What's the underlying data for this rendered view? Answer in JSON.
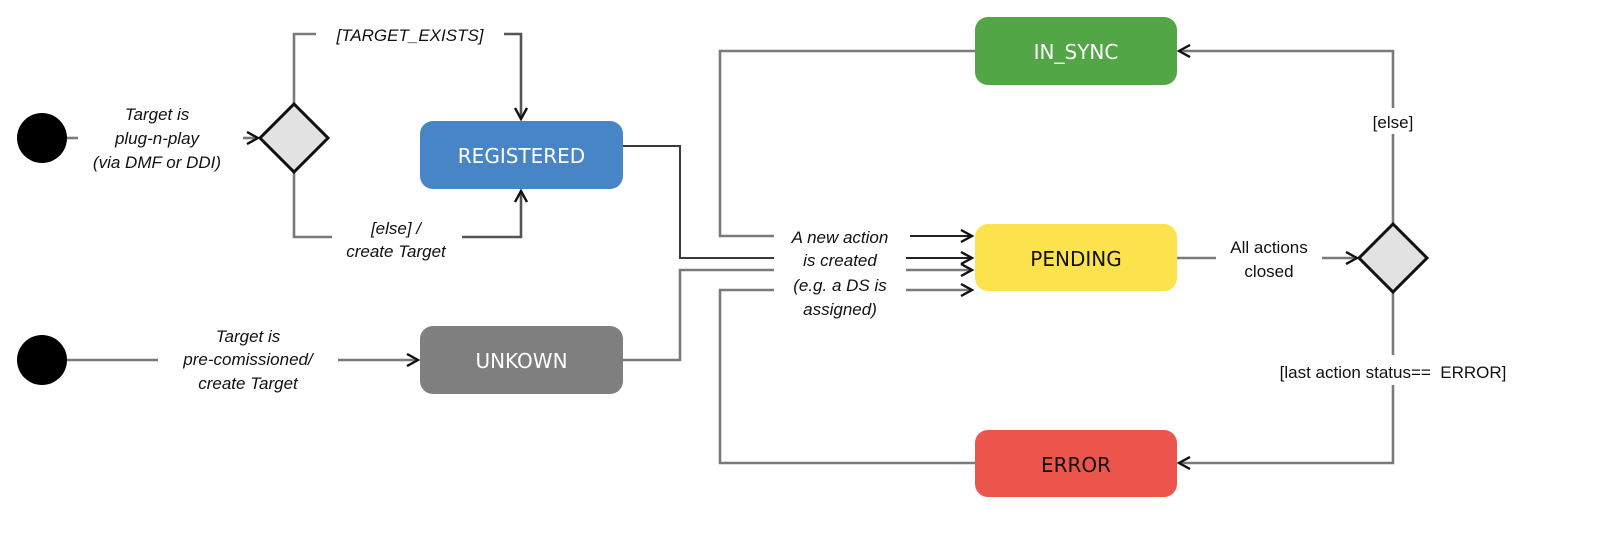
{
  "diagram": {
    "type": "state-machine",
    "colors": {
      "registered": "#4785c6",
      "unknown": "#7f7f7f",
      "in_sync": "#52a645",
      "pending": "#fce34d",
      "error": "#ec554c",
      "decision_fill": "#e2e2e2",
      "line": "#7a7a7a",
      "line_dark": "#3a3a3a"
    },
    "states": {
      "registered": "REGISTERED",
      "unknown": "UNKOWN",
      "in_sync": "IN_SYNC",
      "pending": "PENDING",
      "error": "ERROR"
    },
    "labels": {
      "plug_n_play": [
        "Target is",
        "plug-n-play",
        "(via DMF or DDI)"
      ],
      "target_exists": "[TARGET_EXISTS]",
      "else_create": [
        "[else] /",
        "create Target"
      ],
      "pre_commissioned": [
        "Target is",
        "pre-comissioned/",
        "create Target"
      ],
      "new_action": [
        "A new action",
        "is created",
        "(e.g. a DS is",
        "assigned)"
      ],
      "all_actions_closed": [
        "All actions",
        "closed"
      ],
      "else_guard": "[else]",
      "error_guard": "[last action status==  ERROR]"
    }
  }
}
